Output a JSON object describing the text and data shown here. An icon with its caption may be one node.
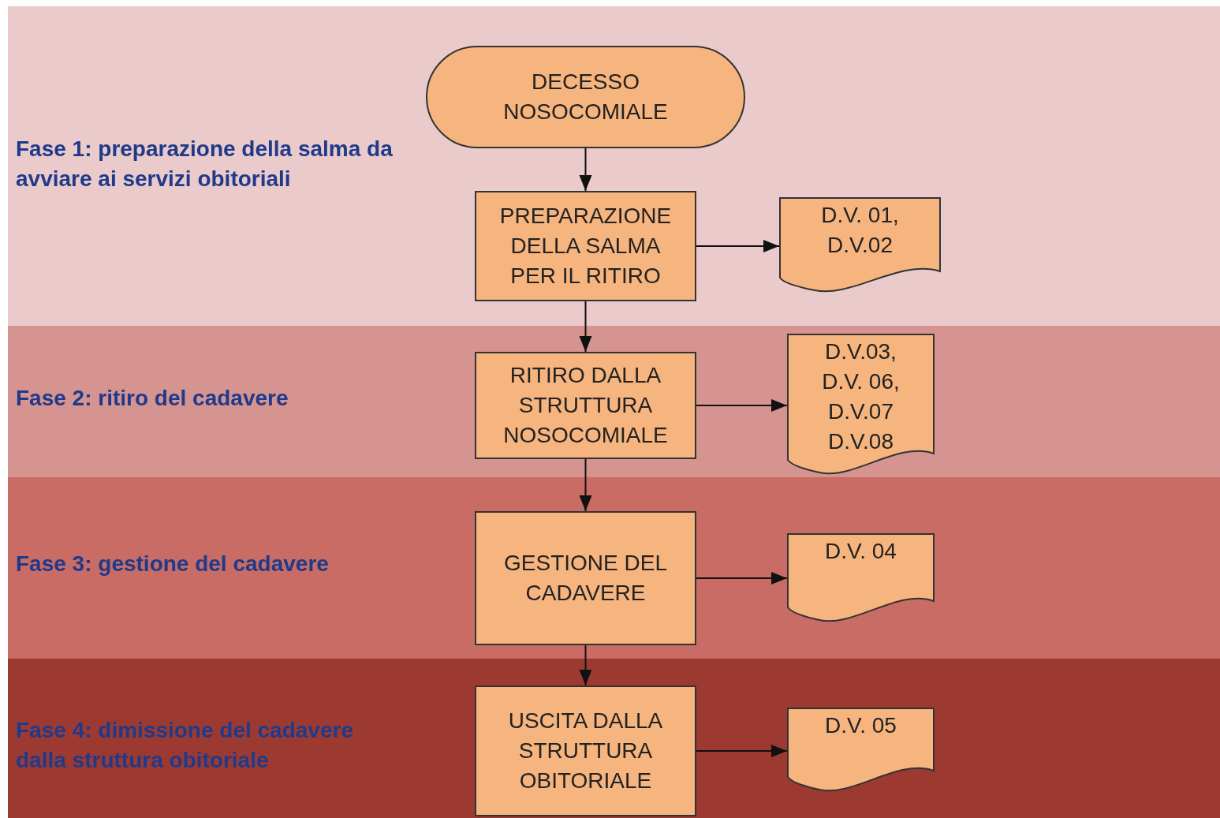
{
  "diagram": {
    "nodes": [
      {
        "text": [
          "Fase 1: preparazione della salma da avviare ai servizi obitoriali"
        ]
      },
      {
        "text": [
          "DECESSO NOSOCOMIALE"
        ],
        "in": 0
      },
      {
        "text": [
          "PREPARAZIONE DELLA SALMA PER IL RITIRO"
        ],
        "in": 0
      },
      {
        "text": [
          "D.V. 01, D.V.02"
        ],
        "in": 0
      },
      {
        "text": [
          "Fase 2: ritiro del cadavere"
        ]
      },
      {
        "text": [
          "RITIRO DALLA STRUTTURA NOSOCOMIALE"
        ],
        "in": 4
      },
      {
        "text": [
          "D.V.03, D.V. 06, D.V.07 D.V.08"
        ],
        "in": 4
      },
      {
        "text": [
          "Fase 3: gestione del cadavere"
        ]
      },
      {
        "text": [
          "GESTIONE DEL CADAVERE"
        ],
        "in": 7
      },
      {
        "text": [
          "D.V. 04"
        ],
        "in": 7
      },
      {
        "text": [
          "Fase 4: dimissione del cadavere dalla struttura obitoriale"
        ]
      },
      {
        "text": [
          "USCITA DALLA STRUTTURA OBITORIALE"
        ],
        "in": 10
      },
      {
        "text": [
          "D.V. 05"
        ],
        "in": 10
      }
    ],
    "edges": [
      {
        "from": 1,
        "to": 2,
        "arrow": "to"
      },
      {
        "from": 2,
        "to": 3,
        "arrow": "to"
      },
      {
        "from": 2,
        "to": 5,
        "arrow": "to"
      },
      {
        "from": 5,
        "to": 6,
        "arrow": "to"
      },
      {
        "from": 5,
        "to": 8,
        "arrow": "to"
      },
      {
        "from": 8,
        "to": 9,
        "arrow": "to"
      },
      {
        "from": 8,
        "to": 11,
        "arrow": "to"
      },
      {
        "from": 11,
        "to": 12,
        "arrow": "to"
      }
    ]
  }
}
